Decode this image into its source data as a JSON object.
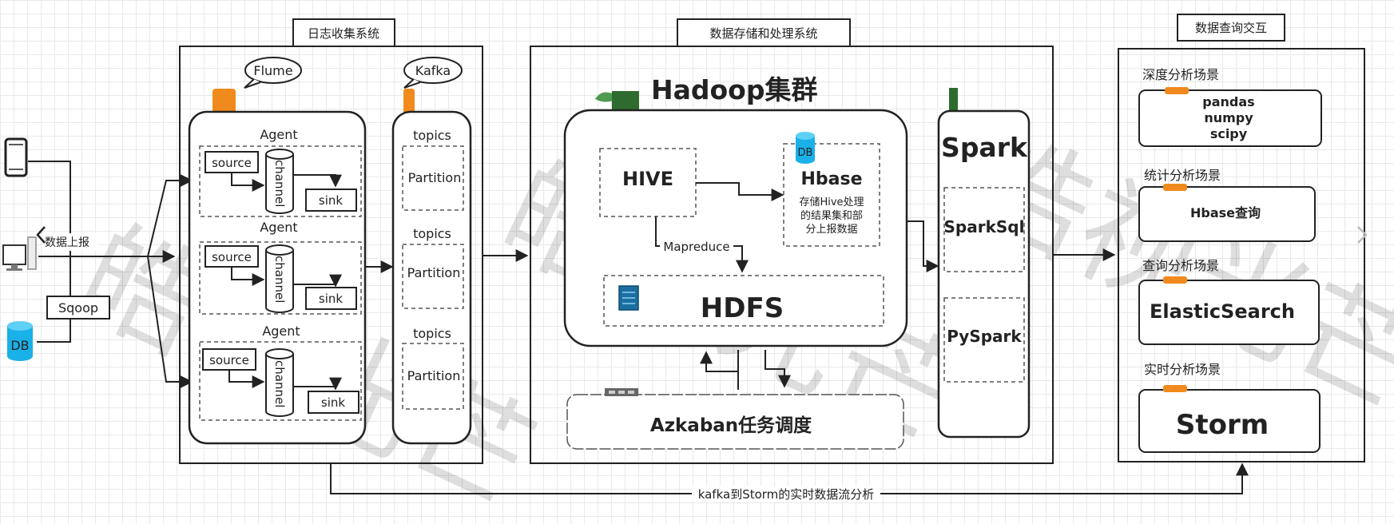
{
  "sections": {
    "log_collection": "日志收集系统",
    "storage_processing": "数据存储和处理系统",
    "query_interaction": "数据查询交互"
  },
  "sources": {
    "phone_icon": "phone-icon",
    "computer_icon": "computer-icon",
    "db": "DB",
    "report_label": "数据上报",
    "sqoop": "Sqoop"
  },
  "flume": {
    "title": "Flume",
    "agents": [
      {
        "title": "Agent",
        "source": "source",
        "channel": "channel",
        "sink": "sink"
      },
      {
        "title": "Agent",
        "source": "source",
        "channel": "channel",
        "sink": "sink"
      },
      {
        "title": "Agent",
        "source": "source",
        "channel": "channel",
        "sink": "sink"
      }
    ]
  },
  "kafka": {
    "title": "Kafka",
    "groups": [
      {
        "topics": "topics",
        "partition": "Partition"
      },
      {
        "topics": "topics",
        "partition": "Partition"
      },
      {
        "topics": "topics",
        "partition": "Partition"
      }
    ]
  },
  "hadoop": {
    "title": "Hadoop集群",
    "hive": "HIVE",
    "hbase": "Hbase",
    "hbase_db": "DB",
    "hbase_desc": [
      "存储Hive处理",
      "的结果集和部",
      "分上报数据"
    ],
    "mapreduce": "Mapreduce",
    "hdfs": "HDFS",
    "azkaban": "Azkaban任务调度"
  },
  "spark": {
    "title": "Spark",
    "items": [
      "SparkSql",
      "PySpark"
    ]
  },
  "query": {
    "scenes": [
      {
        "title": "深度分析场景",
        "lines": [
          "pandas",
          "numpy",
          "scipy"
        ]
      },
      {
        "title": "统计分析场景",
        "lines": [
          "Hbase查询"
        ]
      },
      {
        "title": "查询分析场景",
        "lines": [
          "ElasticSearch"
        ]
      },
      {
        "title": "实时分析场景",
        "lines": [
          "Storm"
        ]
      }
    ]
  },
  "realtime_link": "kafka到Storm的实时数据流分析",
  "watermark": "皓视光芒",
  "colors": {
    "accent_orange": "#f08a1c",
    "leaf_green": "#2e6b2e",
    "db_blue": "#1ab0e8",
    "stroke": "#222222"
  }
}
